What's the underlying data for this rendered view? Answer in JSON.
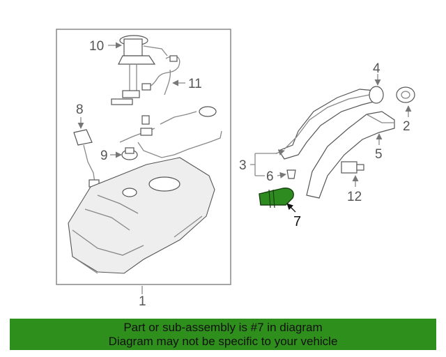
{
  "callouts": {
    "c1": "1",
    "c2": "2",
    "c3": "3",
    "c4": "4",
    "c5": "5",
    "c6": "6",
    "c7": "7",
    "c8": "8",
    "c9": "9",
    "c10": "10",
    "c11": "11",
    "c12": "12"
  },
  "colors": {
    "highlight": "#2e8b1f",
    "banner": "#2f8f1c"
  },
  "banner": {
    "line1": "Part or sub-assembly is #7 in diagram",
    "line2": "Diagram may not be specific to your vehicle"
  }
}
